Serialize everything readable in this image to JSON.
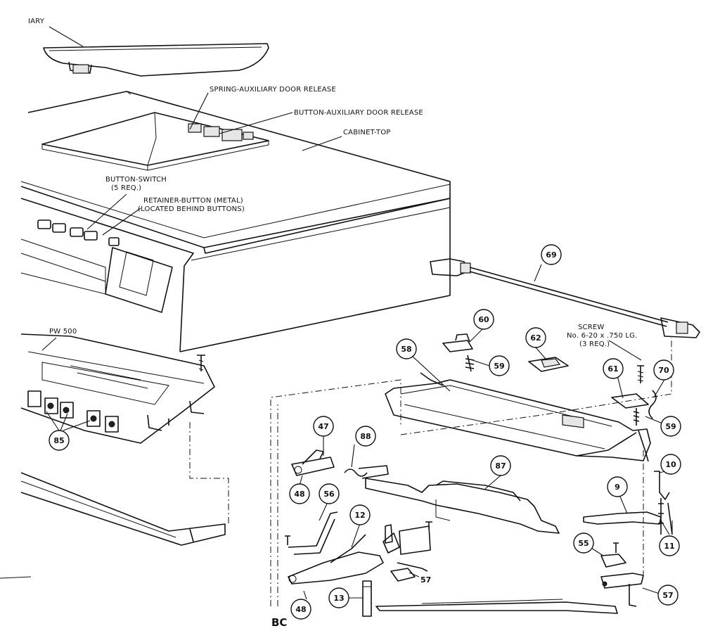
{
  "labels": {
    "aux_door": "IARY",
    "spring_release": "SPRING-AUXILIARY DOOR RELEASE",
    "button_release": "BUTTON-AUXILIARY DOOR RELEASE",
    "cabinet_top": "CABINET-TOP",
    "button_switch_1": "BUTTON-SWITCH",
    "button_switch_2": "(5 REQ.)",
    "retainer_1": "RETAINER-BUTTON (METAL)",
    "retainer_2": "(LOCATED BEHIND BUTTONS)",
    "model": "PW 500",
    "screw_1": "SCREW",
    "screw_2": "No. 6-20 x .750 LG.",
    "screw_3": "(3 REQ.)",
    "section": "BC"
  },
  "callouts": {
    "p69": "69",
    "p60": "60",
    "p62": "62",
    "p58": "58",
    "p59a": "59",
    "p61": "61",
    "p70": "70",
    "p59b": "59",
    "p47": "47",
    "p88": "88",
    "p85": "85",
    "p87": "87",
    "p10": "10",
    "p48a": "48",
    "p56": "56",
    "p12": "12",
    "p9": "9",
    "p55": "55",
    "p11": "11",
    "p57a": "57",
    "p13": "13",
    "p48b": "48",
    "p57b": "57"
  }
}
